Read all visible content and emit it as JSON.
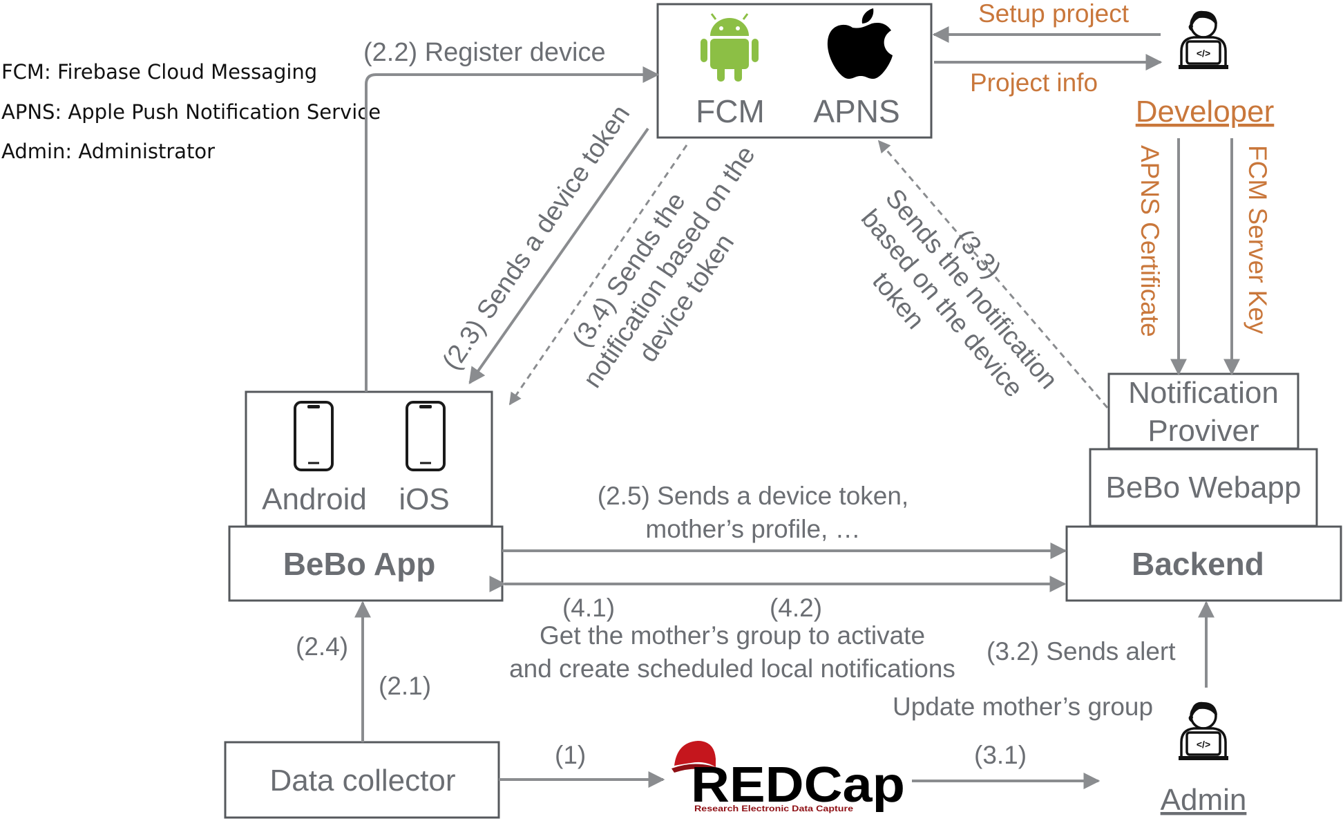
{
  "legend": [
    "FCM: Firebase Cloud Messaging",
    "APNS: Apple Push Notification Service",
    "Admin: Administrator"
  ],
  "push_services": {
    "fcm": "FCM",
    "apns": "APNS"
  },
  "app": {
    "android": "Android",
    "ios": "iOS",
    "title": "BeBo App"
  },
  "backend": {
    "notification_line1": "Notification",
    "notification_line2": "Proviver",
    "webapp": "BeBo Webapp",
    "title": "Backend"
  },
  "actors": {
    "developer": "Developer",
    "admin": "Admin",
    "data_collector": "Data collector",
    "redcap": "REDCap",
    "redcap_tagline": "Research Electronic Data Capture"
  },
  "labels": {
    "register_device": "(2.2) Register device",
    "setup_project": "Setup project",
    "project_info": "Project info",
    "apns_certificate": "APNS Certificate",
    "fcm_server_key": "FCM Server Key",
    "sends_device_token": "(2.3) Sends a device token",
    "l34_line1": "(3.4) Sends the",
    "l34_line2": "notification based on the",
    "l34_line3": "device token",
    "l33_line1": "(3.3)",
    "l33_line2": "Sends the notification",
    "l33_line3": "based on the device",
    "l33_line4": "token",
    "l25_line1": "(2.5) Sends a device token,",
    "l25_line2": "mother’s profile, …",
    "l41": "(4.1)",
    "l42": "(4.2)",
    "l4_line1": "Get the mother’s group to activate",
    "l4_line2": "and create scheduled local notifications",
    "l32": "(3.2) Sends alert",
    "update_group": "Update mother’s group",
    "l24": "(2.4)",
    "l21": "(2.1)",
    "l1": "(1)",
    "l31": "(3.1)"
  },
  "colors": {
    "gray_text": "#6b6e73",
    "orange_text": "#c9773b",
    "android_green": "#8cbf45",
    "redcap_red": "#c5161d",
    "arrow": "#8a8c8f"
  },
  "icons": [
    "android-icon",
    "apple-icon",
    "smartphone-icon",
    "developer-person-icon",
    "admin-person-icon",
    "redcap-logo"
  ]
}
